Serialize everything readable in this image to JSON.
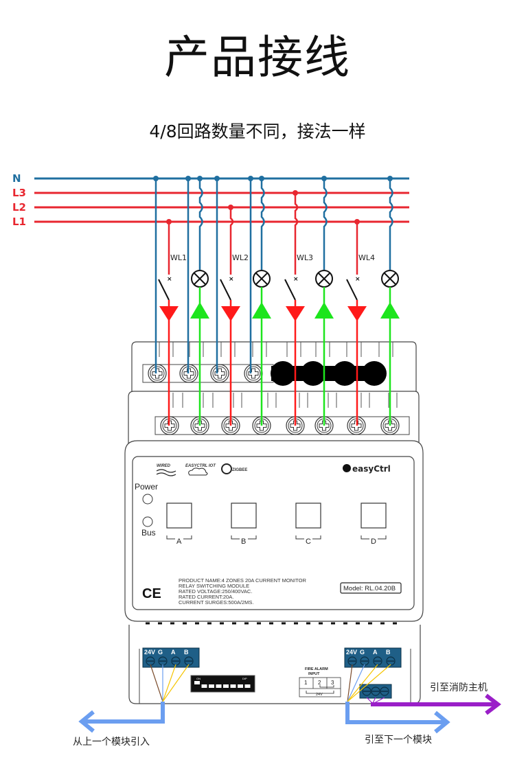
{
  "header": {
    "title": "产品接线",
    "subtitle": "4/8回路数量不同，接法一样",
    "accent_color": "#1f5fa8"
  },
  "colors": {
    "neutral": "#1f6fa0",
    "phase": "#e8262f",
    "load_out": "#ff1a1a",
    "load_return": "#1de51d",
    "bus_blue": "#6b9ef0",
    "fire_purple": "#9a1fc8",
    "terminal_block": "#1f5f87"
  },
  "bus_lines": [
    {
      "id": "N",
      "label": "N"
    },
    {
      "id": "L3",
      "label": "L3"
    },
    {
      "id": "L2",
      "label": "L2"
    },
    {
      "id": "L1",
      "label": "L1"
    }
  ],
  "circuits": [
    {
      "label": "WL1",
      "phase": "L1"
    },
    {
      "label": "WL2",
      "phase": "L2"
    },
    {
      "label": "WL3",
      "phase": "L3"
    },
    {
      "label": "WL4",
      "phase": "L1"
    }
  ],
  "device": {
    "logos": [
      "WIRED",
      "EASYCTRL IOT",
      "ZIGBEE"
    ],
    "brand": "easyCtrl",
    "indicators": [
      "Power",
      "Bus"
    ],
    "channels": [
      "A",
      "B",
      "C",
      "D"
    ],
    "ce_mark": "CE",
    "spec_lines": [
      "PRODUCT NAME:4 ZONES 20A CURRENT MONITOR",
      "RELAY SWITCHING MODULE",
      "RATED VOLTAGE:250/400VAC.",
      "RATED CURRENT:20A.",
      "CURRENT SURGES:500A/2MS."
    ],
    "model": "Model: RL.04.20B",
    "bus_terminals_left": [
      "24V",
      "G",
      "A",
      "B"
    ],
    "bus_terminals_right": [
      "24V",
      "G",
      "A",
      "B"
    ],
    "dip_switch": {
      "on_label": "ON",
      "dip_label": "DIP",
      "positions": [
        "1",
        "2",
        "3",
        "4",
        "5",
        "6",
        "7",
        "8"
      ]
    },
    "fire_alarm": {
      "title_line1": "FIRE ALARM",
      "title_line2": "INPUT",
      "pins": [
        "1",
        "2",
        "3"
      ],
      "voltage": "24V"
    }
  },
  "annotations": {
    "from_previous": "从上一个模块引入",
    "to_next": "引至下一个模块",
    "to_fire_host": "引至消防主机"
  }
}
